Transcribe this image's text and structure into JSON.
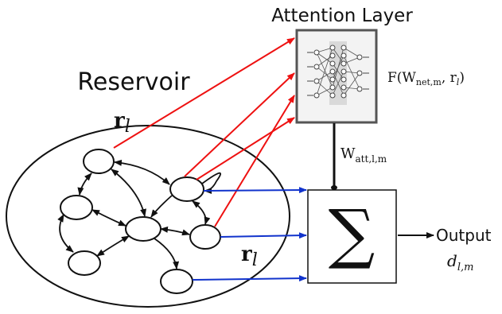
{
  "labels": {
    "attention_layer": "Attention Layer",
    "reservoir": "Reservoir",
    "r_l_top": {
      "base": "r",
      "sub": "l"
    },
    "r_l_bottom": {
      "base": "r",
      "sub": "l"
    },
    "function_label": "F(W",
    "function_sub": "net,m",
    "function_tail": ", r",
    "function_tail_sub": "l",
    "function_close": ")",
    "w_att": "W",
    "w_att_sub": "att,l,m",
    "sum_symbol": "∑",
    "output": "Output",
    "d_base": "d",
    "d_sub": "l,m"
  },
  "colors": {
    "red_arrow": "#ee1111",
    "blue_arrow": "#1133cc",
    "black": "#111111",
    "nn_box_border": "#555555",
    "nn_box_fill": "#f3f3f3"
  }
}
